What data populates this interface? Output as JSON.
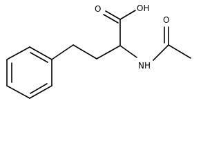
{
  "molecule": {
    "atoms": {
      "carbonyl_oxygen_acid": "O",
      "hydroxyl": "OH",
      "amine": "NH",
      "carbonyl_oxygen_amide": "O"
    },
    "colors": {
      "bond": "#000000",
      "label": "#000000",
      "background": "#ffffff"
    }
  }
}
